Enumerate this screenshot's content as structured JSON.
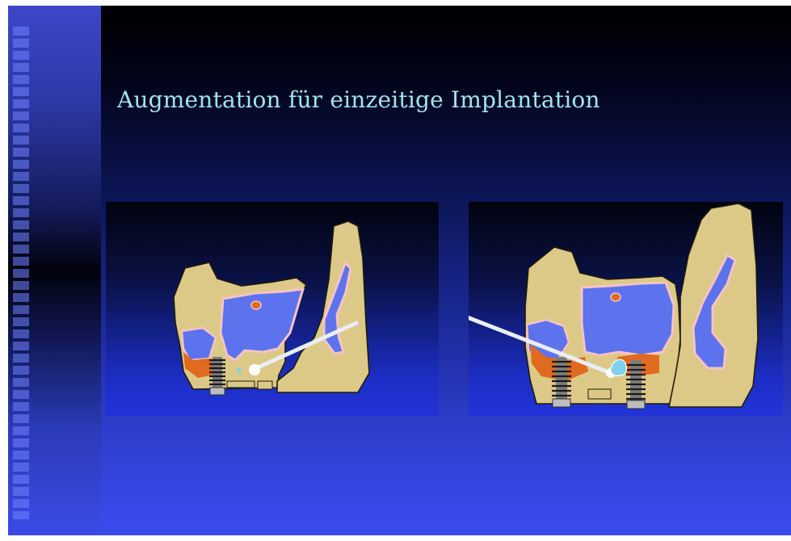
{
  "slide": {
    "title": "Augmentation für einzeitige Implantation"
  },
  "colors": {
    "title_text": "#9fe6ea",
    "bone": "#dcc987",
    "sinus": "#5d73ee",
    "membrane": "#f6c3c3",
    "graft": "#e06a1e",
    "implant": "#8c8c8c",
    "instrument": "#e9eef6",
    "augmentation_fluid": "#7fd2ee"
  },
  "illustrations": [
    {
      "name": "sinus-lift-step-1",
      "icons": [
        "bone-cross-section",
        "maxillary-sinus",
        "bone-graft",
        "dental-implant",
        "instrument-probe"
      ]
    },
    {
      "name": "sinus-lift-step-2",
      "icons": [
        "bone-cross-section",
        "maxillary-sinus",
        "bone-graft",
        "dental-implant",
        "instrument-probe",
        "augmentation-droplet"
      ]
    }
  ]
}
